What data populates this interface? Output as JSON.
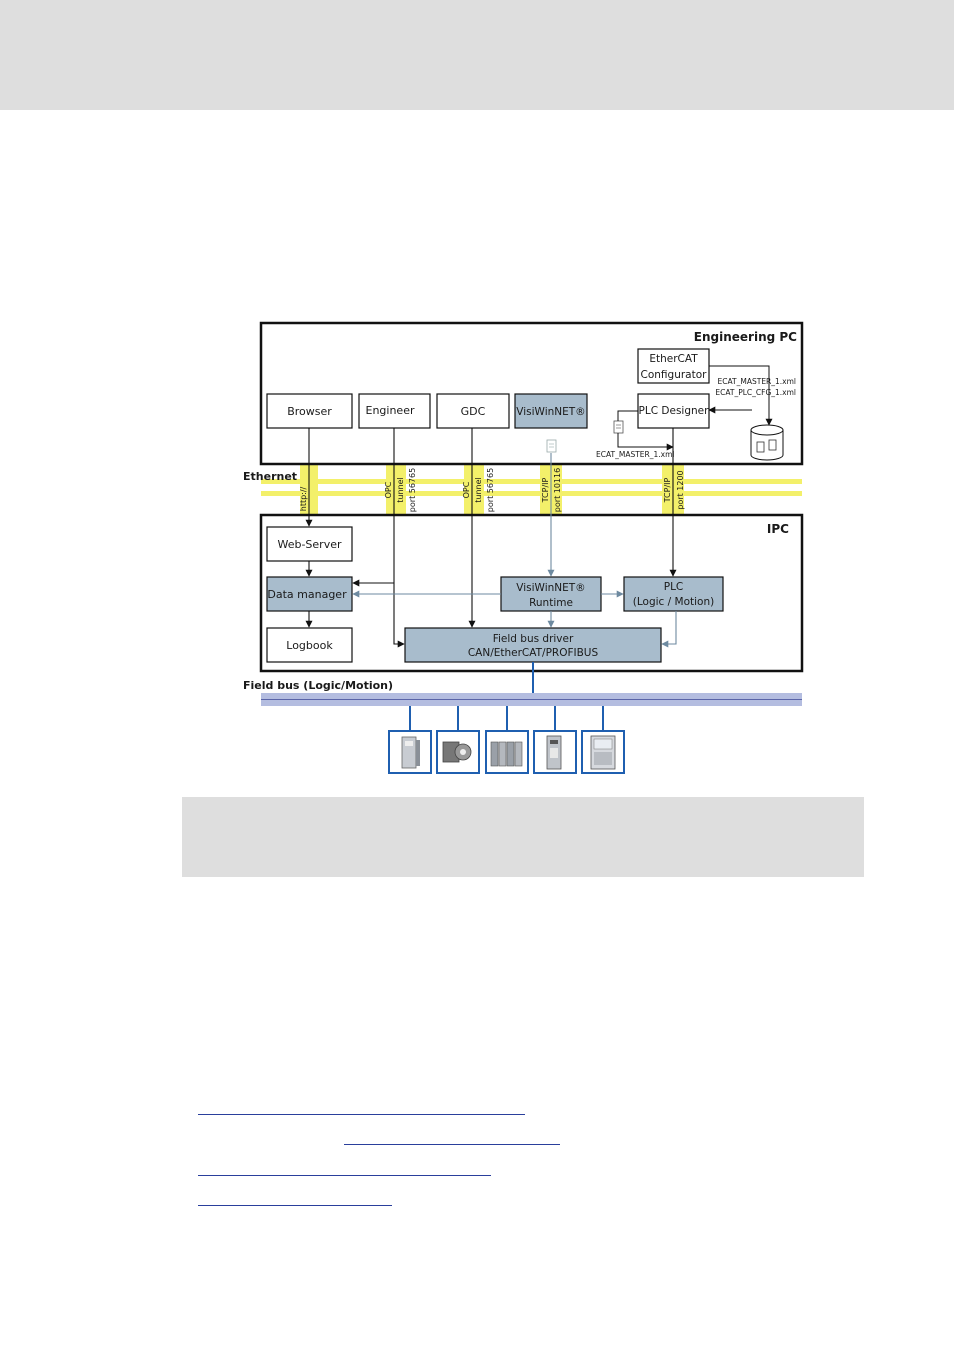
{
  "diagram": {
    "engineering_pc": {
      "title": "Engineering PC",
      "boxes": {
        "browser": "Browser",
        "engineer": "Engineer",
        "gdc": "GDC",
        "visiwinnet": "VisiWinNET®",
        "ethercat_configurator": [
          "EtherCAT",
          "Configurator"
        ],
        "plc_designer": "PLC Designer"
      },
      "files": [
        "ECAT_MASTER_1.xml",
        "ECAT_PLC_CFG_1.xml"
      ],
      "file_out": "ECAT_MASTER_1.xml"
    },
    "ethernet": {
      "label": "Ethernet",
      "channels": {
        "http": "http://",
        "engineer_opc": "OPC",
        "engineer_tunnel": "tunnel",
        "engineer_port": "port 56765",
        "gdc_opc": "OPC",
        "gdc_tunnel": "tunnel",
        "gdc_port": "port 56765",
        "visi_tcp": "TCP/IP",
        "visi_port": "port 10116",
        "plc_tcp": "TCP/IP",
        "plc_port": "port 1200"
      }
    },
    "ipc": {
      "title": "IPC",
      "boxes": {
        "web_server": "Web-Server",
        "data_manager": "Data manager",
        "logbook": "Logbook",
        "runtime": [
          "VisiWinNET®",
          "Runtime"
        ],
        "plc": [
          "PLC",
          "(Logic / Motion)"
        ],
        "field_bus_driver": [
          "Field bus driver",
          "CAN/EtherCAT/PROFIBUS"
        ]
      }
    },
    "field_bus": {
      "label": "Field bus (Logic/Motion)"
    },
    "devices": [
      "inverter-drive-icon",
      "servo-drive-icon",
      "io-system-icon",
      "controller-module-icon",
      "hmi-panel-icon"
    ]
  },
  "colors": {
    "ethernet": "#f3f06a",
    "fieldbus": "#b4bde0",
    "box_fill": "#a8bccc",
    "device_border": "#1f5fb0",
    "header_band": "#dedede",
    "link": "#2a3f9c"
  }
}
